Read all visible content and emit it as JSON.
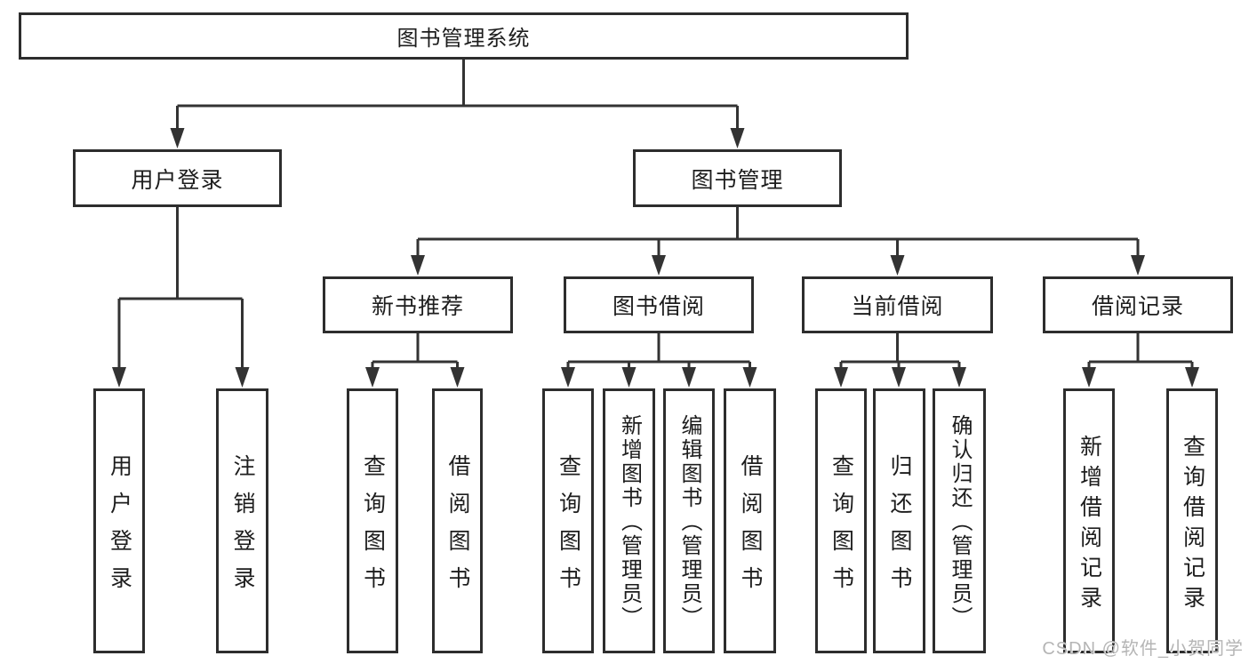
{
  "tree": {
    "label": "图书管理系统",
    "children": [
      {
        "label": "用户登录",
        "children": [
          {
            "label": "用户登录"
          },
          {
            "label": "注销登录"
          }
        ]
      },
      {
        "label": "图书管理",
        "children": [
          {
            "label": "新书推荐",
            "children": [
              {
                "label": "查询图书"
              },
              {
                "label": "借阅图书"
              }
            ]
          },
          {
            "label": "图书借阅",
            "children": [
              {
                "label": "查询图书"
              },
              {
                "label": "新增图书（管理员）"
              },
              {
                "label": "编辑图书（管理员）"
              },
              {
                "label": "借阅图书"
              }
            ]
          },
          {
            "label": "当前借阅",
            "children": [
              {
                "label": "查询图书"
              },
              {
                "label": "归还图书"
              },
              {
                "label": "确认归还（管理员）"
              }
            ]
          },
          {
            "label": "借阅记录",
            "children": [
              {
                "label": "新增借阅记录"
              },
              {
                "label": "查询借阅记录"
              }
            ]
          }
        ]
      }
    ]
  },
  "watermark": {
    "text": "CSDN @软件_小贺同学"
  },
  "colors": {
    "background": "#ffffff",
    "box_border": "#2d2d2d",
    "line": "#333333",
    "text": "#1d1d1d",
    "watermark": "#b5b5b5"
  }
}
